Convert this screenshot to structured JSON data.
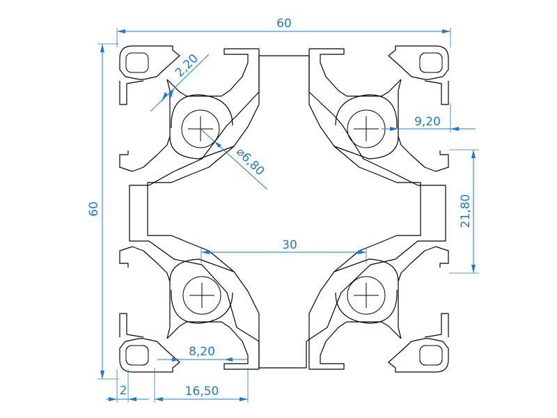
{
  "dimensions": {
    "overall_width": "60",
    "overall_height": "60",
    "slot_width": "8,20",
    "slot_opening": "16,50",
    "edge_offset": "2",
    "center_distance": "30",
    "wall_thickness": "2,20",
    "hole_diameter": "6,80",
    "flange_depth": "9,20",
    "groove_height": "21,80"
  },
  "colors": {
    "dimension": "#1e78d2",
    "outline": "#000000"
  }
}
